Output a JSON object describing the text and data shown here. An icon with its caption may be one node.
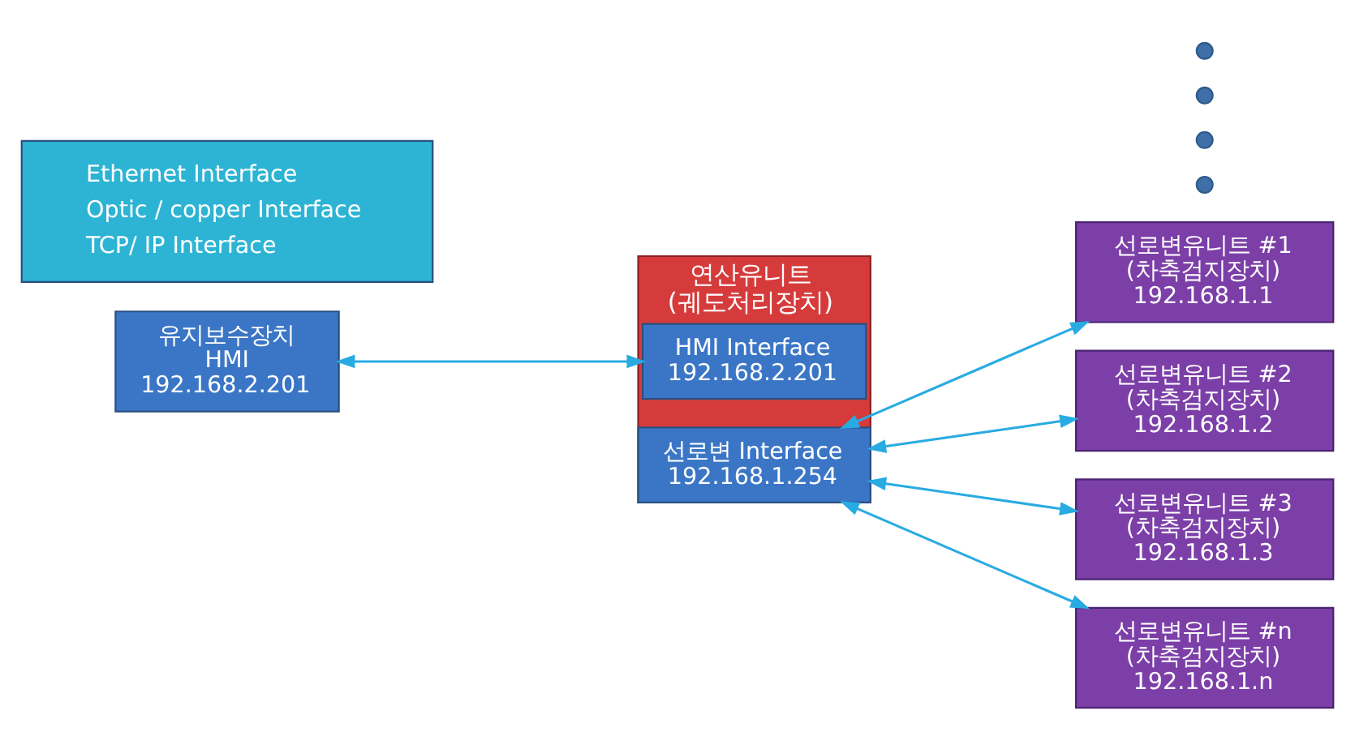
{
  "diagram": {
    "nodes": [
      {
        "text": [
          "유지보수장치 HMI 192.168.2.201"
        ]
      },
      {
        "text": [
          "연산유니트 (궤도처리장치)"
        ]
      },
      {
        "text": [
          "HMI Interface 192.168.2.201"
        ],
        "in": 1
      },
      {
        "text": [
          "선로변 Interface 192.168.1.254"
        ],
        "in": 1
      },
      {
        "text": [
          "선로변유니트 #1 (차축검지장치) 192.168.1.1"
        ]
      },
      {
        "text": [
          "선로변유니트 #2 (차축검지장치) 192.168.1.2"
        ]
      },
      {
        "text": [
          "선로변유니트 #3 (차축검지장치) 192.168.1.3"
        ]
      },
      {
        "text": [],
        "shape": "circle"
      },
      {
        "text": [],
        "shape": "circle"
      },
      {
        "text": [],
        "shape": "circle"
      },
      {
        "text": [],
        "shape": "circle"
      },
      {
        "text": [
          "선로변유니트 #n (차축검지장치) 192.168.1.n"
        ]
      },
      {
        "text": [
          "Ethernet Interface",
          "Optic / copper Interface",
          "TCP/ IP Interface"
        ]
      }
    ],
    "edges": [
      {
        "from": 0,
        "to": 2,
        "arrow": "both"
      },
      {
        "from": 3,
        "to": 4,
        "arrow": "both"
      },
      {
        "from": 3,
        "to": 5,
        "arrow": "both"
      },
      {
        "from": 3,
        "to": 6,
        "arrow": "both"
      },
      {
        "from": 3,
        "to": 11,
        "arrow": "both"
      }
    ]
  }
}
